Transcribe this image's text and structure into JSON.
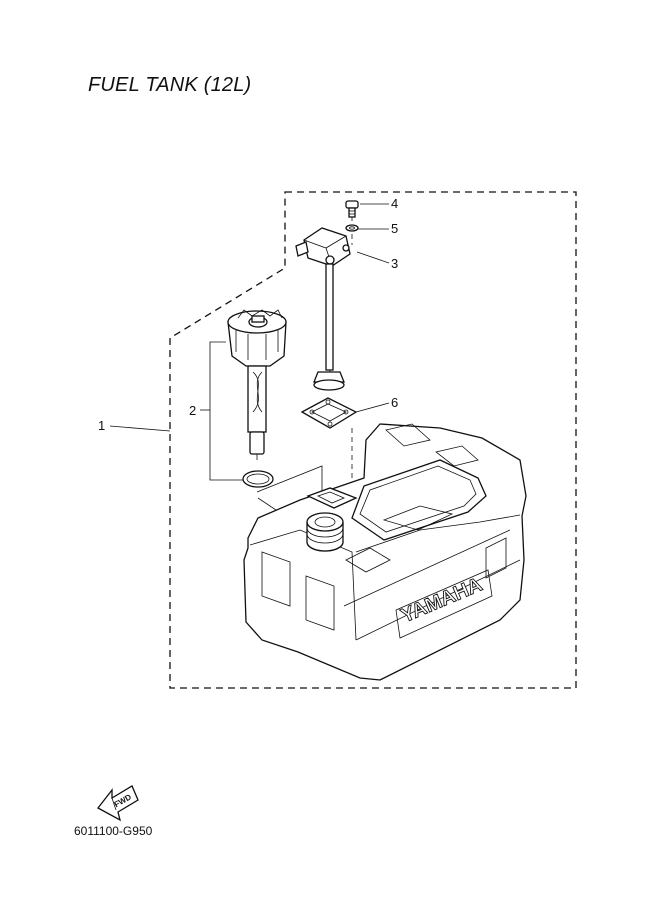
{
  "title": "FUEL TANK (12L)",
  "callouts": [
    "1",
    "2",
    "3",
    "4",
    "5",
    "6"
  ],
  "tank_brand": "YAMAHA",
  "fwd_label": "FWD",
  "part_code": "6011100-G950",
  "fwd_icon": "fwd-arrow-icon"
}
